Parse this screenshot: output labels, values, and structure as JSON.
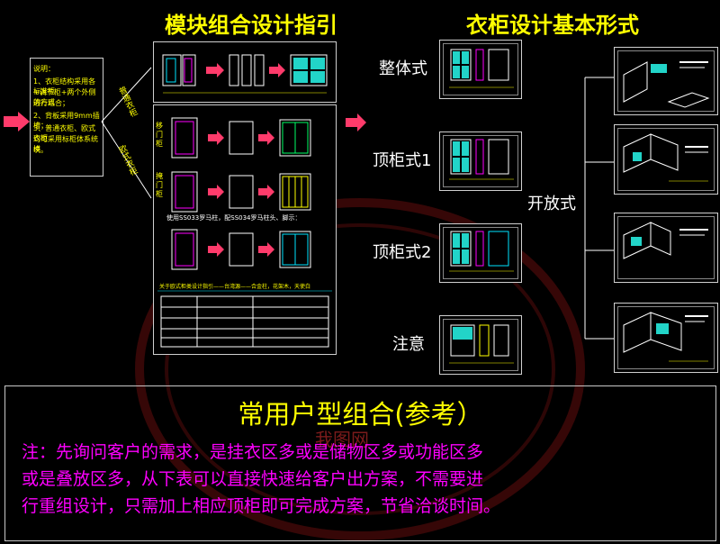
{
  "titles": {
    "left": "模块组合设计指引",
    "right": "衣柜设计基本形式"
  },
  "instructions": {
    "lines": [
      "说明：",
      "1、衣柜结构采用各标准柜",
      "+调节柜+两个外侧的方式",
      "进行组合；",
      "2、背板采用9mm插槽；",
      "3、普通衣柜、欧式衣柜",
      "均可采用标柜体系统模",
      "块。"
    ]
  },
  "tags": {
    "standard": "普通衣柜",
    "euro": "欧式衣柜"
  },
  "doors": {
    "sliding": "移门柜",
    "hinged": "掩门柜"
  },
  "guide": {
    "note1": "使用SS033罗马柱，配SS034罗马柱头、脚示：",
    "note2": "关于欧式柜类设计指引——台湾源——合金柱，花架木，天使白"
  },
  "forms": {
    "whole": "整体式",
    "top1": "顶柜式1",
    "top2": "顶柜式2",
    "note": "注意",
    "open": "开放式"
  },
  "bottom": {
    "title": "常用户型组合(参考）",
    "lines": [
      "注：先询问客户的需求，是挂衣区多或是储物区多或功能区多",
      "或是叠放区多，从下表可以直接快速给客户出方案，不需要进",
      "行重组设计，只需加上相应顶柜即可完成方案，节省洽谈时间。"
    ]
  },
  "watermark": {
    "brand": "我图网"
  },
  "colors": {
    "yellow": "#ffff00",
    "magenta": "#ff00ff",
    "red_arrow": "#ff3b6b",
    "cyan": "#00e5ff",
    "white": "#ffffff"
  }
}
